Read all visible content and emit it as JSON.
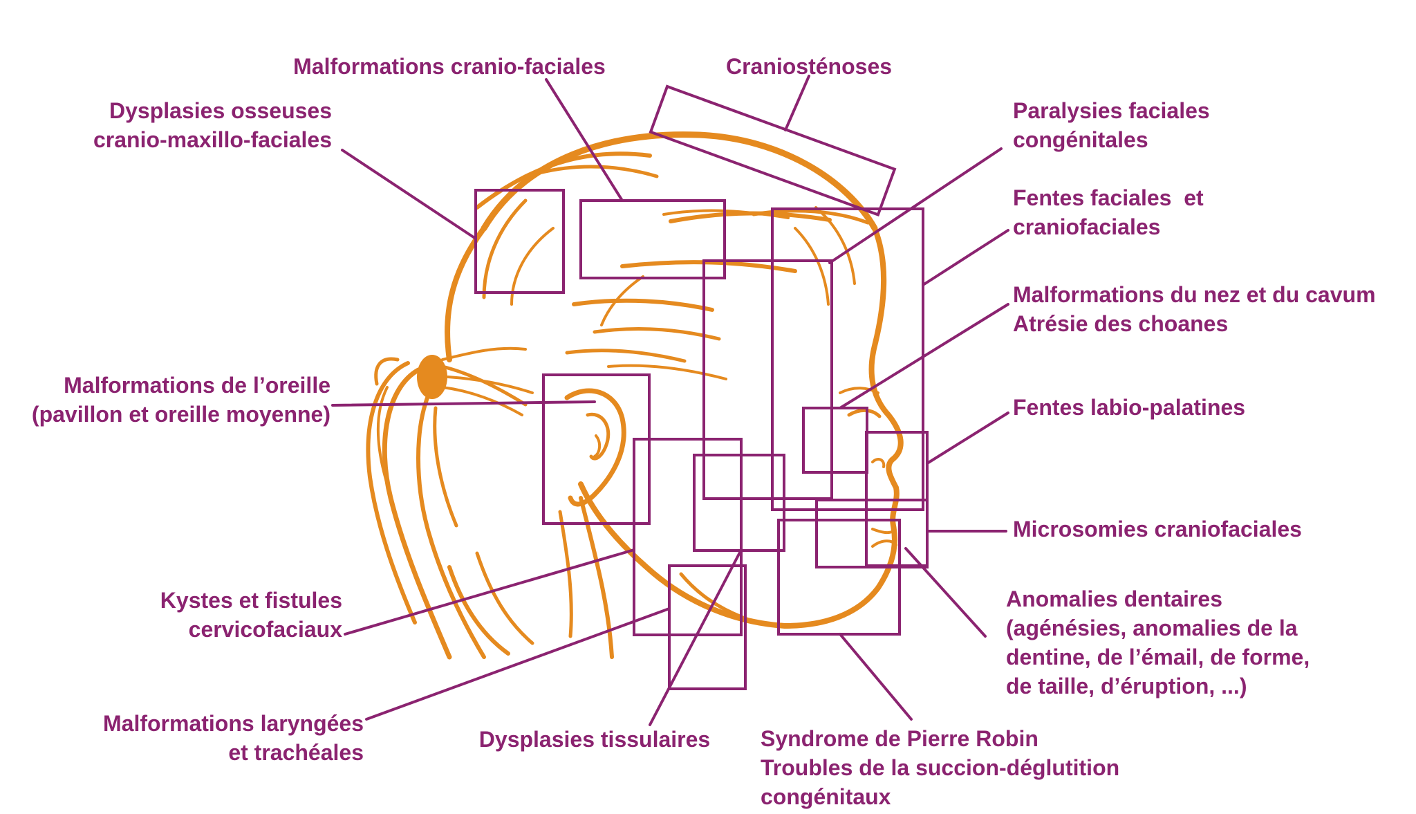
{
  "colors": {
    "label": "#8b2370",
    "frame": "#8b2370",
    "head": "#e58a1f"
  },
  "labels": {
    "craniofacial_malformations": "Malformations cranio-faciales",
    "craniostenoses": "Craniosténoses",
    "bone_dysplasias": [
      "Dysplasies osseuses",
      "cranio-maxillo-faciales"
    ],
    "facial_palsies": [
      "Paralysies faciales",
      "congénitales"
    ],
    "facial_clefts": [
      "Fentes faciales  et",
      "craniofaciales"
    ],
    "nose_malformations": [
      "Malformations du nez et du cavum",
      "Atrésie des choanes"
    ],
    "ear_malformations": [
      "Malformations de l’oreille",
      "(pavillon et oreille moyenne)"
    ],
    "cleft_lip_palate": "Fentes labio-palatines",
    "microsomias": "Microsomies craniofaciales",
    "cervicofacial_cysts": [
      "Kystes et fistules",
      "cervicofaciaux"
    ],
    "dental_anomalies": [
      "Anomalies dentaires",
      "(agénésies, anomalies de la",
      "dentine, de l’émail, de forme,",
      "de taille, d’éruption, ...)"
    ],
    "laryngeal_malformations": [
      "Malformations laryngées",
      "et trachéales"
    ],
    "tissue_dysplasias": "Dysplasies tissulaires",
    "pierre_robin": [
      "Syndrome de Pierre Robin",
      "Troubles de la succion-déglutition",
      "congénitaux"
    ]
  }
}
